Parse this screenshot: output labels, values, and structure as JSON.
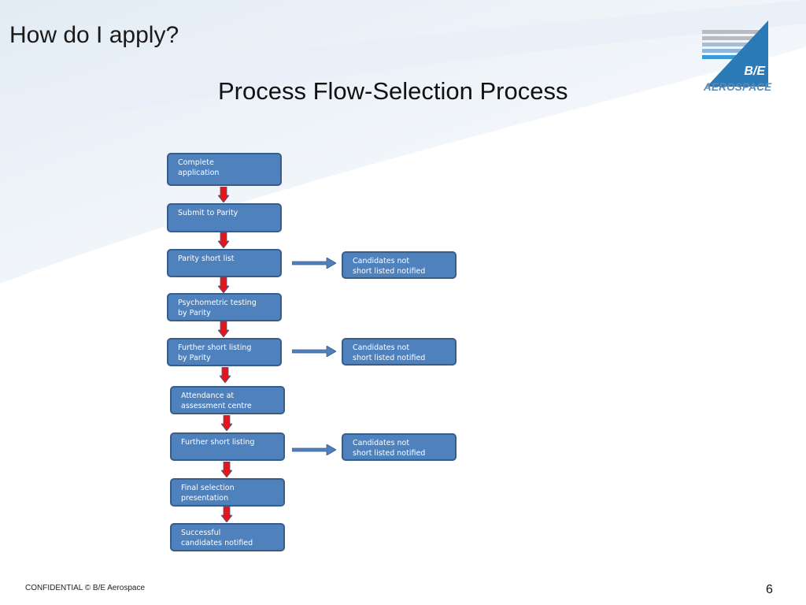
{
  "slide": {
    "title": "How do I apply?",
    "diagram_title": "Process Flow-Selection Process",
    "footer": "CONFIDENTIAL © B/E Aerospace",
    "page_number": "6"
  },
  "logo": {
    "line1": "B/E",
    "line2": "AEROSPACE"
  },
  "flow": {
    "steps": [
      {
        "label": "Complete\napplication"
      },
      {
        "label": "Submit to Parity"
      },
      {
        "label": "Parity short list"
      },
      {
        "label": "Psychometric testing\nby Parity"
      },
      {
        "label": "Further short listing\nby Parity"
      },
      {
        "label": "Attendance at\nassessment centre"
      },
      {
        "label": "Further short listing"
      },
      {
        "label": "Final selection\npresentation"
      },
      {
        "label": "Successful\ncandidates notified"
      }
    ],
    "outcomes": [
      {
        "label": "Candidates  not\nshort listed notified"
      },
      {
        "label": "Candidates  not\nshort listed notified"
      },
      {
        "label": "Candidates  not\nshort listed notified"
      }
    ]
  },
  "colors": {
    "box_fill": "#4f81bd",
    "box_border": "#385d8a",
    "down_arrow": "#e3161b",
    "right_arrow": "#4f81bd"
  }
}
